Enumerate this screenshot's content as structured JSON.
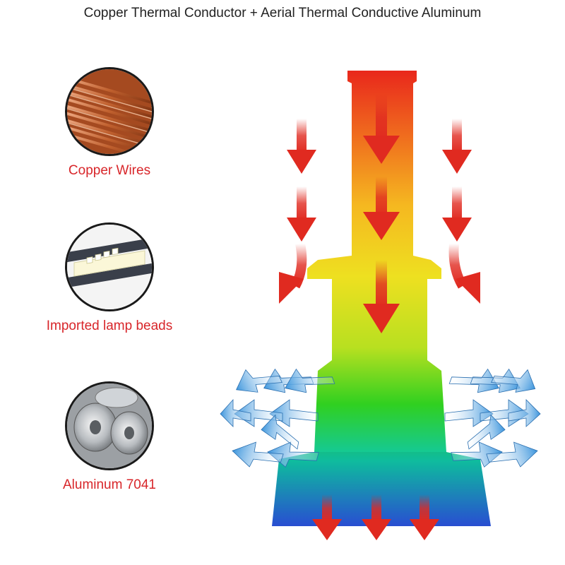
{
  "title": "Copper Thermal Conductor + Aerial Thermal Conductive Aluminum",
  "features": [
    {
      "label": "Copper Wires",
      "icon": "copper-wires-icon"
    },
    {
      "label": "Imported lamp beads",
      "icon": "led-chip-icon"
    },
    {
      "label": "Aluminum 7041",
      "icon": "aluminum-rolls-icon"
    }
  ],
  "colors": {
    "label_red": "#d8262a",
    "arrow_red": "#e02a20",
    "airflow_blue": "#4aa3e0",
    "gradient": [
      "#e8201c",
      "#f5a020",
      "#f0e020",
      "#c8e020",
      "#30d020",
      "#10c8a0",
      "#3040e8"
    ]
  }
}
